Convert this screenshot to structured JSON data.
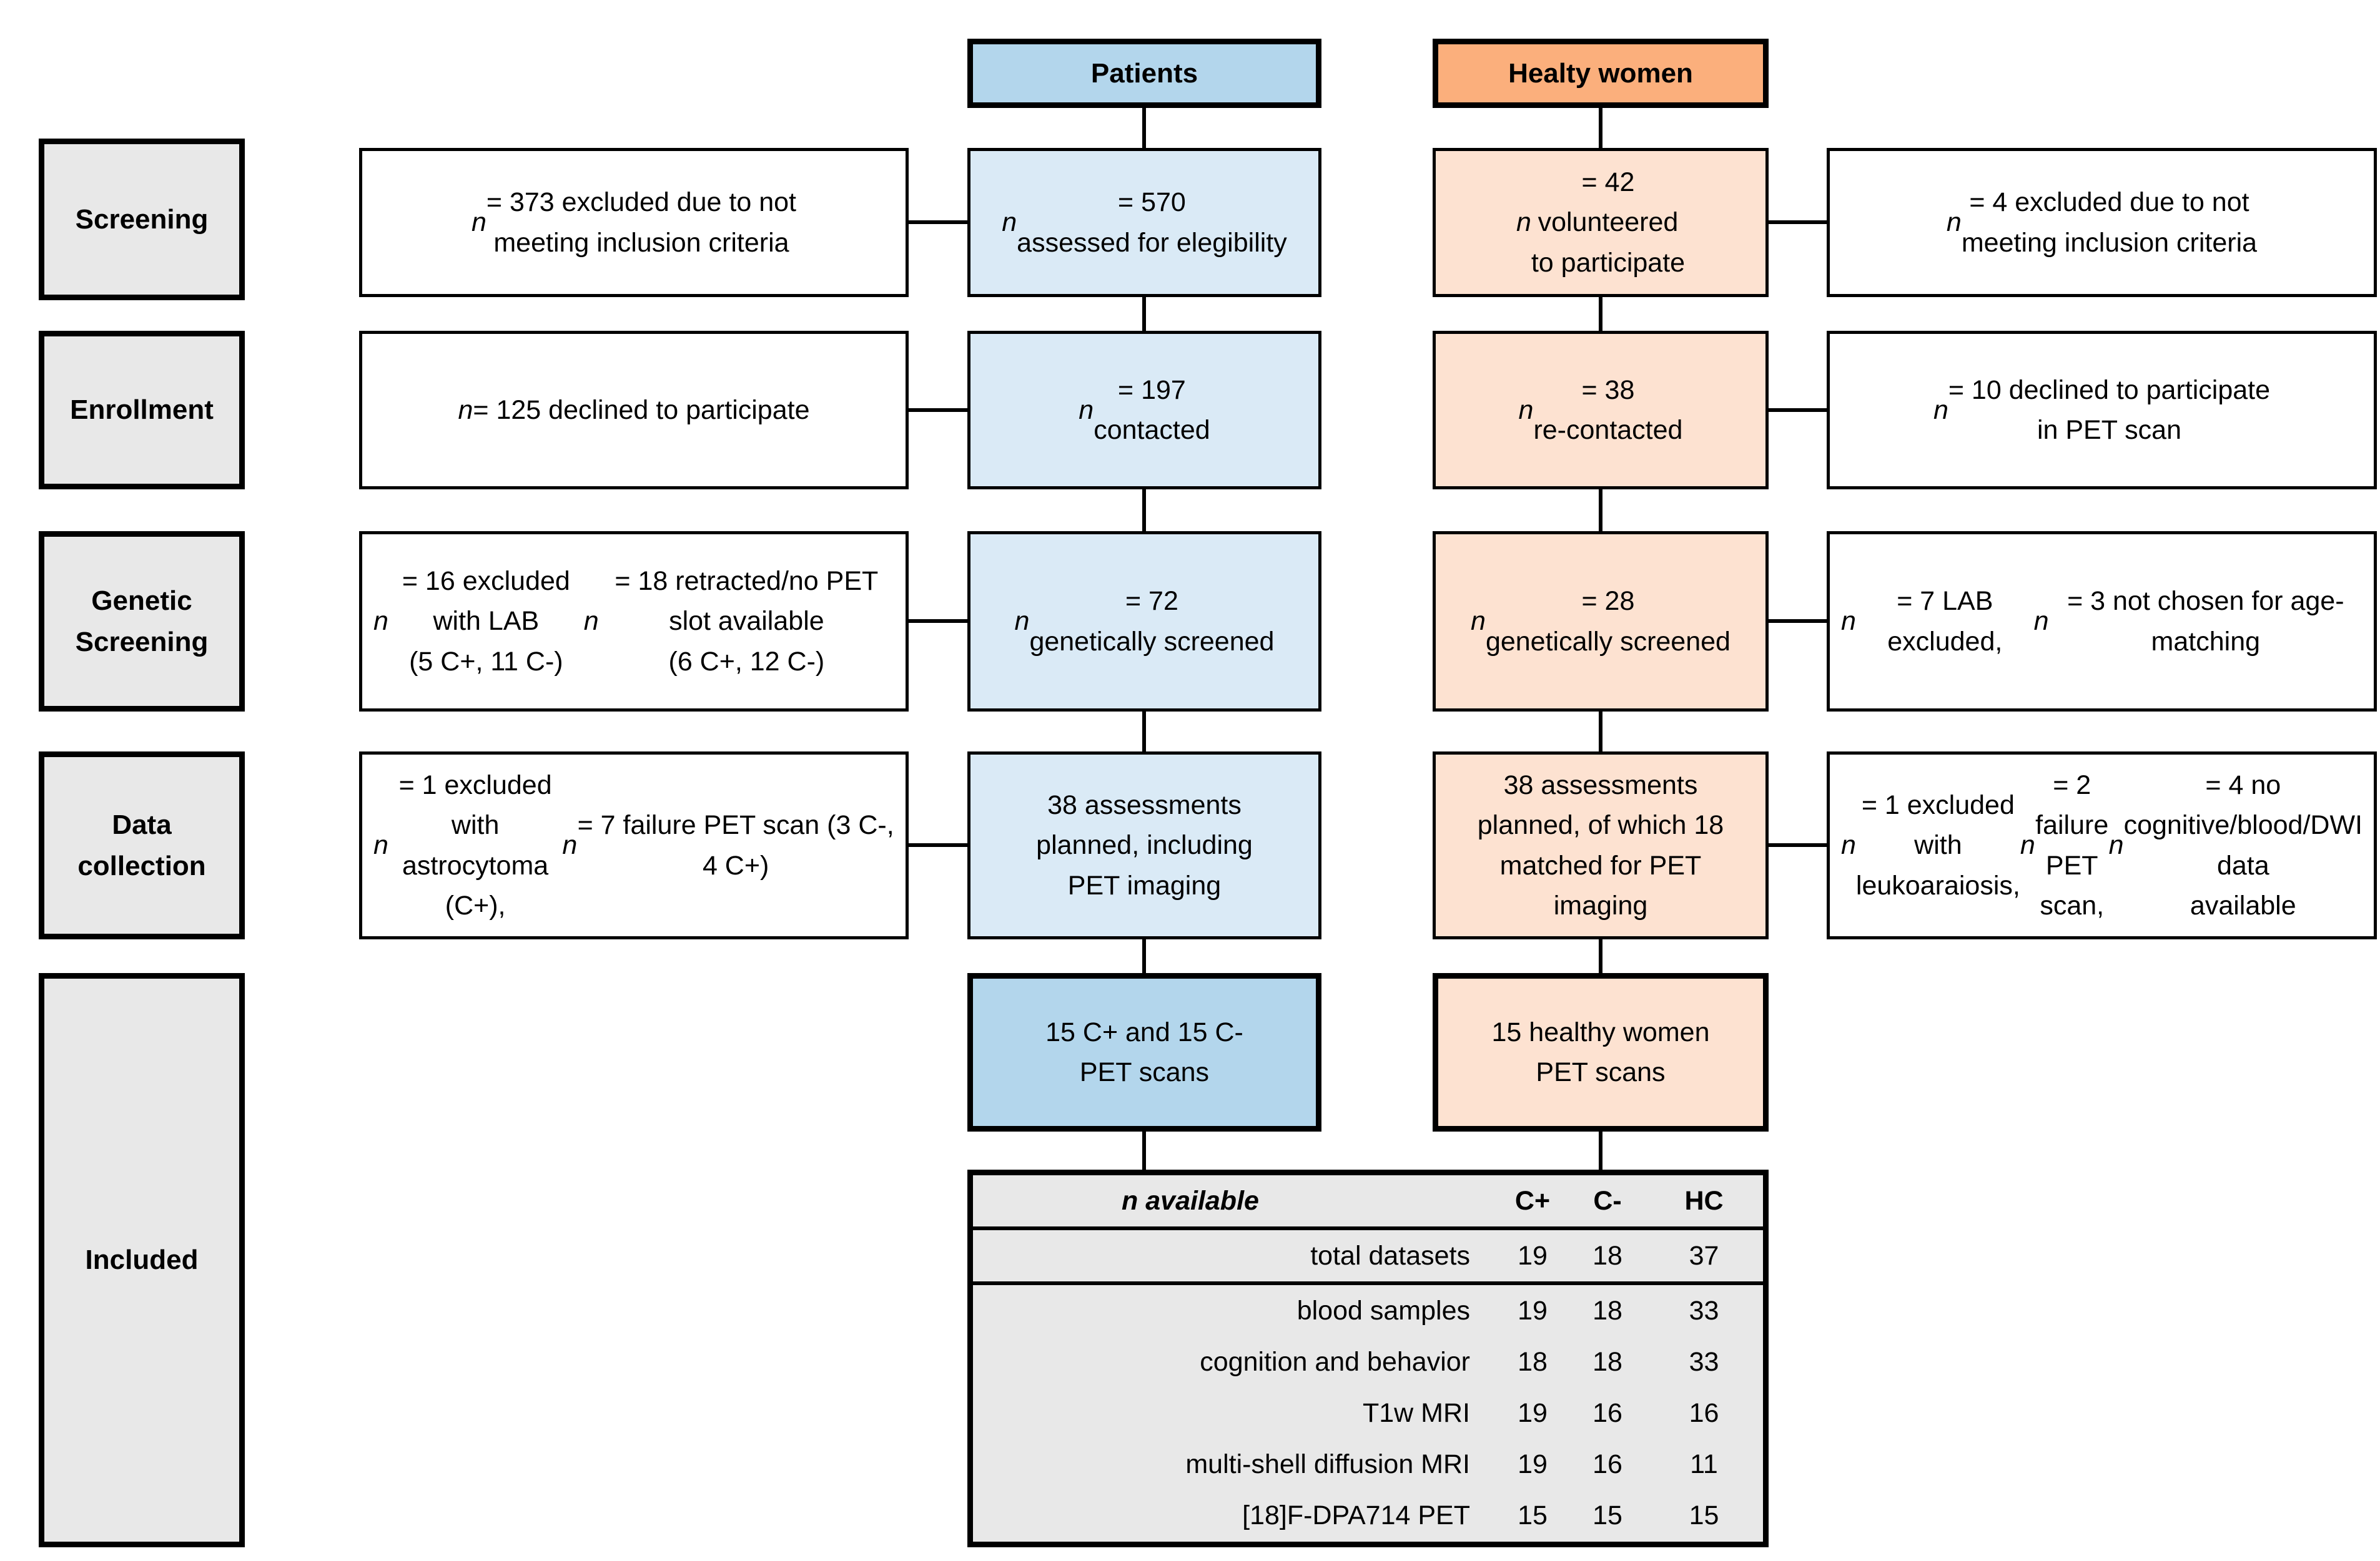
{
  "colors": {
    "blue-header": "#b3d6ec",
    "blue-light": "#daeaf6",
    "orange-header": "#fbaf7c",
    "orange-light": "#fde2d1",
    "gray-box": "#e8e8e8",
    "line": "#000000"
  },
  "headers": {
    "patients": "Patients",
    "healthy_women": "Healty women"
  },
  "stages": {
    "screening": "Screening",
    "enrollment": "Enrollment",
    "genetic": "Genetic\nScreening",
    "data": "Data\ncollection",
    "included": "Included"
  },
  "patients": {
    "screening": "n = 570\nassessed for elegibility",
    "enrollment": "n = 197\ncontacted",
    "genetic": "n = 72\ngenetically screened",
    "data": "38 assessments\nplanned, including\nPET imaging",
    "included": "15 C+ and 15 C-\nPET scans"
  },
  "patients_excluded": {
    "screening": "n = 373 excluded due to not\nmeeting inclusion criteria",
    "enrollment": "n = 125 declined to participate",
    "genetic": "n = 16 excluded with LAB\n(5 C+, 11 C-)\nn = 18 retracted/no PET slot available\n(6 C+, 12 C-)",
    "data": "n = 1 excluded with\nastrocytoma (C+),\nn = 7 failure PET scan (3 C-, 4 C+)"
  },
  "healthy_women": {
    "screening": "n = 42\nvolunteered\nto participate",
    "enrollment": "n = 38\nre-contacted",
    "genetic": "n = 28\ngenetically screened",
    "data": "38 assessments\nplanned, of which 18\nmatched for PET\nimaging",
    "included": "15 healthy women\nPET scans"
  },
  "healthy_excluded": {
    "screening": "n = 4 excluded due to not\nmeeting inclusion criteria",
    "enrollment": "n = 10 declined to participate\nin PET scan",
    "genetic": "n = 7 LAB excluded,\nn = 3 not chosen for age-matching",
    "data": "n = 1 excluded with leukoaraiosis,\nn = 2 failure PET scan,\nn = 4 no cognitive/blood/DWI data\navailable"
  },
  "table": {
    "header_label": "n available",
    "columns": [
      "C+",
      "C-",
      "HC"
    ],
    "rows": [
      {
        "label": "total datasets",
        "values": [
          "19",
          "18",
          "37"
        ]
      },
      {
        "label": "blood samples",
        "values": [
          "19",
          "18",
          "33"
        ]
      },
      {
        "label": "cognition and behavior",
        "values": [
          "18",
          "18",
          "33"
        ]
      },
      {
        "label": "T1w MRI",
        "values": [
          "19",
          "16",
          "16"
        ]
      },
      {
        "label": "multi-shell diffusion MRI",
        "values": [
          "19",
          "16",
          "11"
        ]
      },
      {
        "label": "[18]F-DPA714 PET",
        "values": [
          "15",
          "15",
          "15"
        ]
      }
    ]
  }
}
